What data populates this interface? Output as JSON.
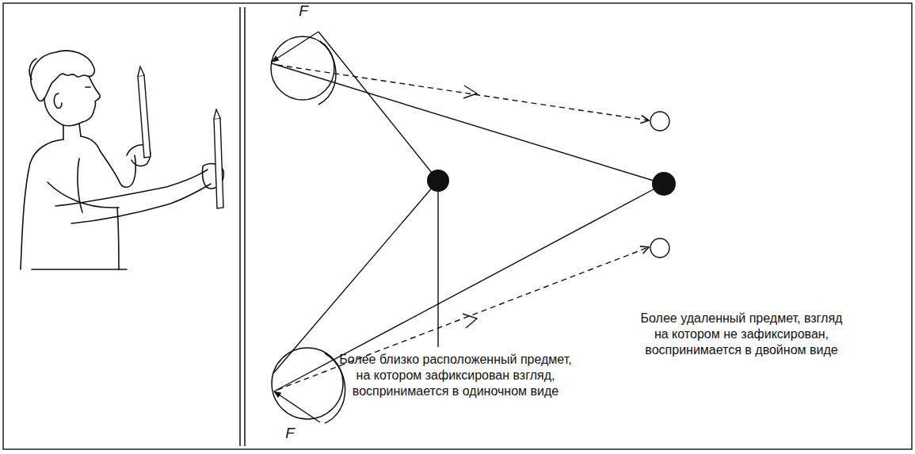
{
  "diagram": {
    "labels": [
      "F",
      "F",
      "Более близко расположенный предмет, на котором зафиксирован взгляд, воспринимается в одиночном виде",
      "Более удаленный предмет, взгляд на котором не зафиксирован, воспринимается в двойном виде"
    ]
  }
}
